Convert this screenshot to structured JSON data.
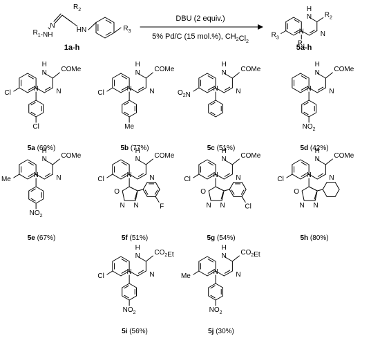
{
  "reaction": {
    "reagent_top": "DBU (2 equiv.)",
    "reagent_bottom": "5% Pd/C (15 mol.%), CH2Cl2",
    "reactant_id": "1a-h",
    "product_id": "5a-h",
    "reactant_atoms": [
      "R2",
      "R1-NH",
      "N",
      "HN",
      "R3"
    ],
    "product_atoms": [
      "H",
      "N",
      "R2",
      "N",
      "N",
      "R1",
      "R3"
    ]
  },
  "compounds": [
    {
      "id": "5a",
      "yield": "(69%)",
      "left_sub": "Cl",
      "top_sub": "COMe",
      "n_sub_text": "Cl",
      "n_sub_kind": "aryl-para"
    },
    {
      "id": "5b",
      "yield": "(77%)",
      "left_sub": "Cl",
      "top_sub": "COMe",
      "n_sub_text": "Me",
      "n_sub_kind": "aryl-para"
    },
    {
      "id": "5c",
      "yield": "(51%)",
      "left_sub": "O2N",
      "top_sub": "COMe",
      "n_sub_text": "",
      "n_sub_kind": "phenyl"
    },
    {
      "id": "5d",
      "yield": "(42%)",
      "left_sub": "",
      "top_sub": "COMe",
      "n_sub_text": "NO2",
      "n_sub_kind": "aryl-para"
    },
    {
      "id": "5e",
      "yield": "(67%)",
      "left_sub": "Me",
      "top_sub": "COMe",
      "n_sub_text": "NO2",
      "n_sub_kind": "aryl-para"
    },
    {
      "id": "5f",
      "yield": "(51%)",
      "left_sub": "Cl",
      "top_sub": "COMe",
      "n_sub_text": "F",
      "n_sub_kind": "furazan-aryl"
    },
    {
      "id": "5g",
      "yield": "(54%)",
      "left_sub": "Cl",
      "top_sub": "COMe",
      "n_sub_text": "Cl",
      "n_sub_kind": "furazan-aryl"
    },
    {
      "id": "5h",
      "yield": "(80%)",
      "left_sub": "Cl",
      "top_sub": "COMe",
      "n_sub_text": "",
      "n_sub_kind": "furazan-cyclohexyl"
    },
    {
      "id": "5i",
      "yield": "(56%)",
      "left_sub": "Cl",
      "top_sub": "CO2Et",
      "n_sub_text": "NO2",
      "n_sub_kind": "aryl-para"
    },
    {
      "id": "5j",
      "yield": "(30%)",
      "left_sub": "Me",
      "top_sub": "CO2Et",
      "n_sub_text": "NO2",
      "n_sub_kind": "aryl-para"
    }
  ],
  "ring_atoms": {
    "nh_h": "H",
    "n": "N",
    "furazan_o": "O"
  }
}
